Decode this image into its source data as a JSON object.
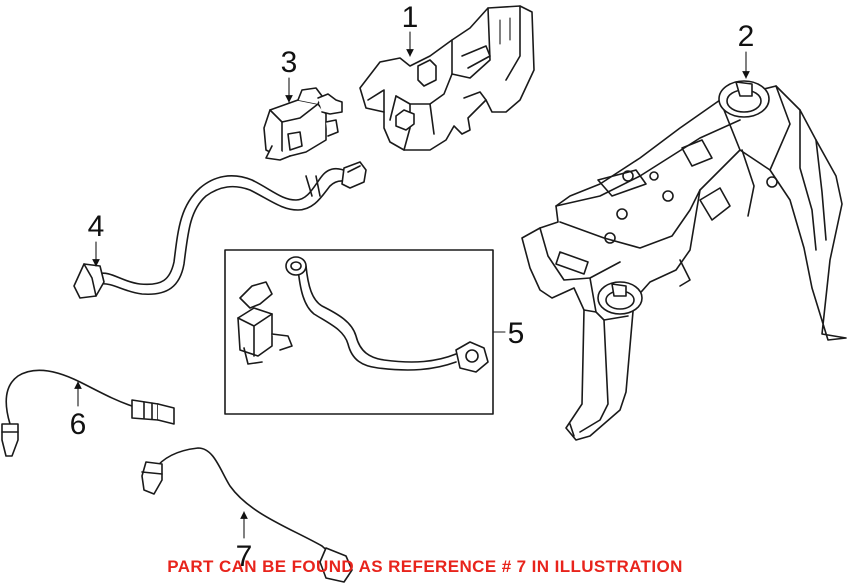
{
  "callouts": {
    "c1": "1",
    "c2": "2",
    "c3": "3",
    "c4": "4",
    "c5": "5",
    "c6": "6",
    "c7": "7"
  },
  "note": {
    "text": "PART CAN BE FOUND AS REFERENCE # 7 IN ILLUSTRATION",
    "color": "#e8241c"
  }
}
